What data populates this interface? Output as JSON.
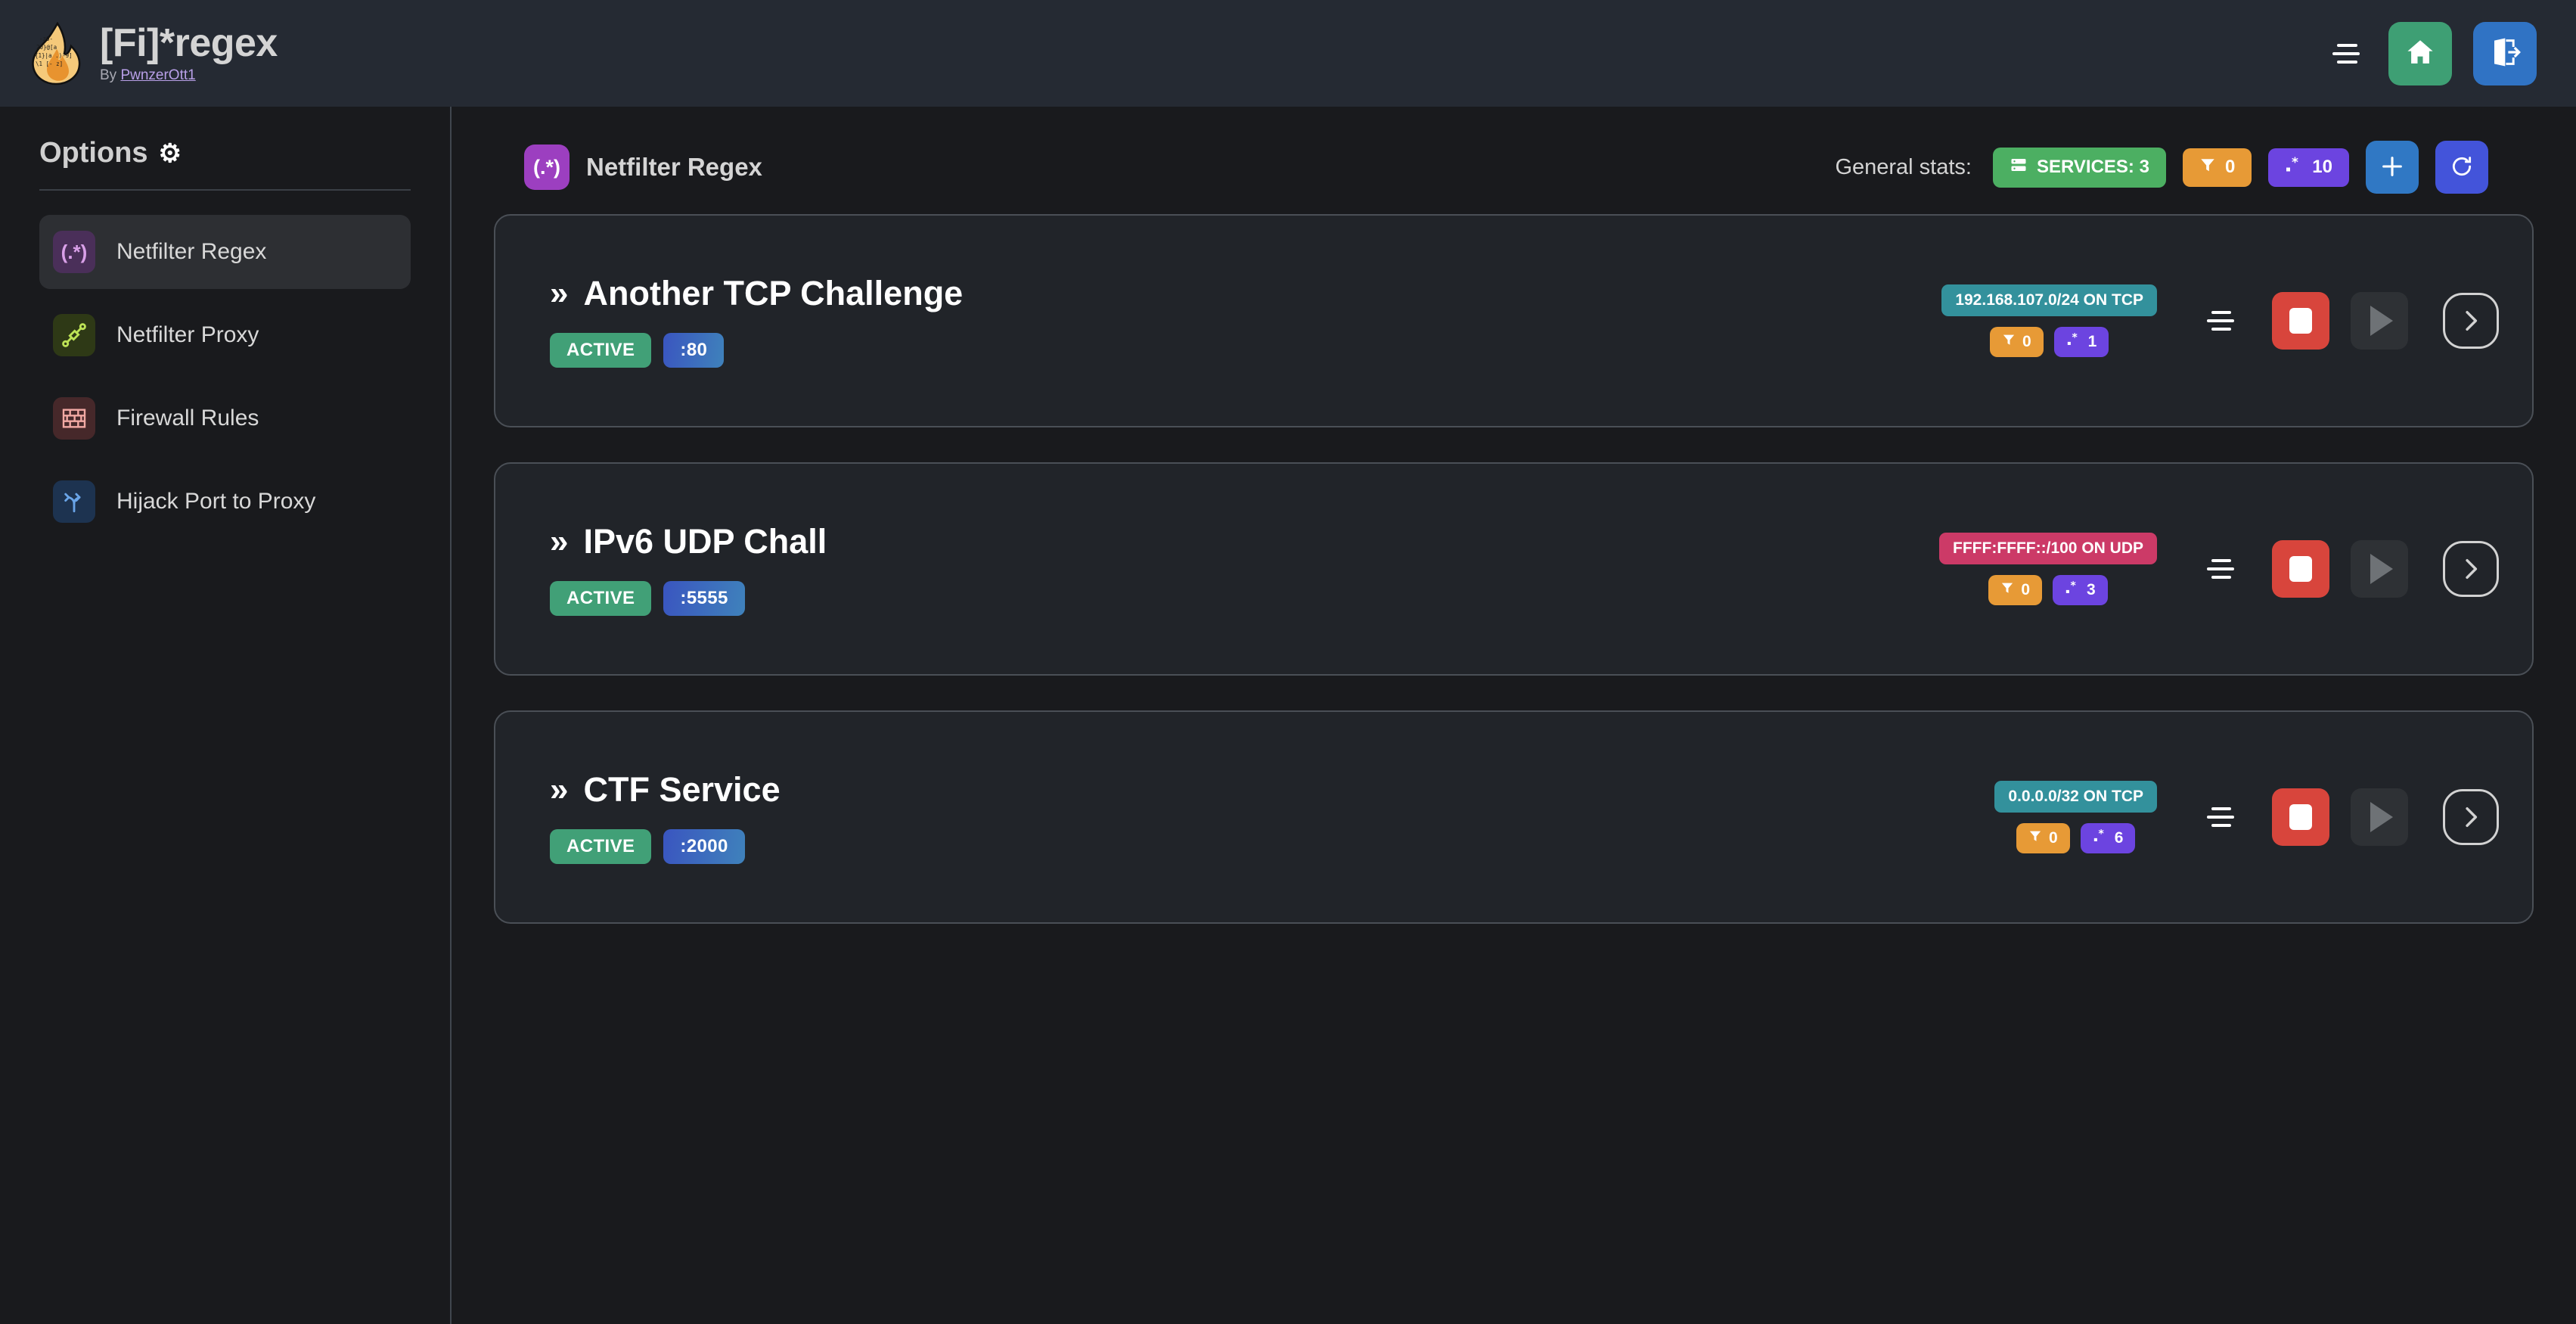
{
  "header": {
    "logo_icon": "flame-regex-logo",
    "app_title": "[Fi]*regex",
    "by_prefix": "By ",
    "author": "PwnzerOtt1",
    "menu_icon": "hamburger-icon",
    "home_icon": "home-icon",
    "logout_icon": "logout-icon"
  },
  "sidebar": {
    "options_title": "Options",
    "gear_icon": "gear-icon",
    "items": [
      {
        "label": "Netfilter Regex",
        "icon": "regex-icon",
        "glyph": "(.*)",
        "active": true
      },
      {
        "label": "Netfilter Proxy",
        "icon": "plug-icon",
        "glyph": "",
        "active": false
      },
      {
        "label": "Firewall Rules",
        "icon": "brick-wall-icon",
        "glyph": "",
        "active": false
      },
      {
        "label": "Hijack Port to Proxy",
        "icon": "fork-arrows-icon",
        "glyph": "",
        "active": false
      }
    ]
  },
  "main": {
    "page_icon": "regex-icon",
    "page_icon_glyph": "(.*)",
    "page_title": "Netfilter Regex",
    "stats_label": "General stats:",
    "stats": [
      {
        "name": "services-pill",
        "icon": "server-icon",
        "label": "SERVICES: 3",
        "color": "#4caf62"
      },
      {
        "name": "filters-pill",
        "icon": "funnel-icon",
        "label": "0",
        "color": "#e79a36"
      },
      {
        "name": "regex-pill",
        "icon": "regex-dot-star-icon",
        "label": "10",
        "color": "#6c44e0"
      }
    ],
    "add_button_icon": "plus-icon",
    "refresh_button_icon": "refresh-icon"
  },
  "services": [
    {
      "chevron": "»",
      "name": "Another TCP Challenge",
      "status": "ACTIVE",
      "port": ":80",
      "network": "192.168.107.0/24 ON TCP",
      "network_color": "teal",
      "filters": "0",
      "regexes": "1",
      "menu_icon": "list-menu-icon",
      "stop_icon": "stop-icon",
      "play_icon": "play-icon",
      "go_icon": "chevron-right-icon"
    },
    {
      "chevron": "»",
      "name": "IPv6 UDP Chall",
      "status": "ACTIVE",
      "port": ":5555",
      "network": "FFFF:FFFF::/100 ON UDP",
      "network_color": "rose",
      "filters": "0",
      "regexes": "3",
      "menu_icon": "list-menu-icon",
      "stop_icon": "stop-icon",
      "play_icon": "play-icon",
      "go_icon": "chevron-right-icon"
    },
    {
      "chevron": "»",
      "name": "CTF Service",
      "status": "ACTIVE",
      "port": ":2000",
      "network": "0.0.0.0/32 ON TCP",
      "network_color": "teal",
      "filters": "0",
      "regexes": "6",
      "menu_icon": "list-menu-icon",
      "stop_icon": "stop-icon",
      "play_icon": "play-icon",
      "go_icon": "chevron-right-icon"
    }
  ],
  "colors": {
    "header_bg": "#252a33",
    "page_bg": "#191a1d",
    "card_bg": "#212429",
    "card_border": "#4a4f56",
    "accent_green": "#41a077",
    "accent_red": "#d8453c",
    "accent_purple": "#6c44e0",
    "accent_orange": "#e79a36",
    "accent_teal": "#33919c",
    "accent_rose": "#cc3a67"
  }
}
